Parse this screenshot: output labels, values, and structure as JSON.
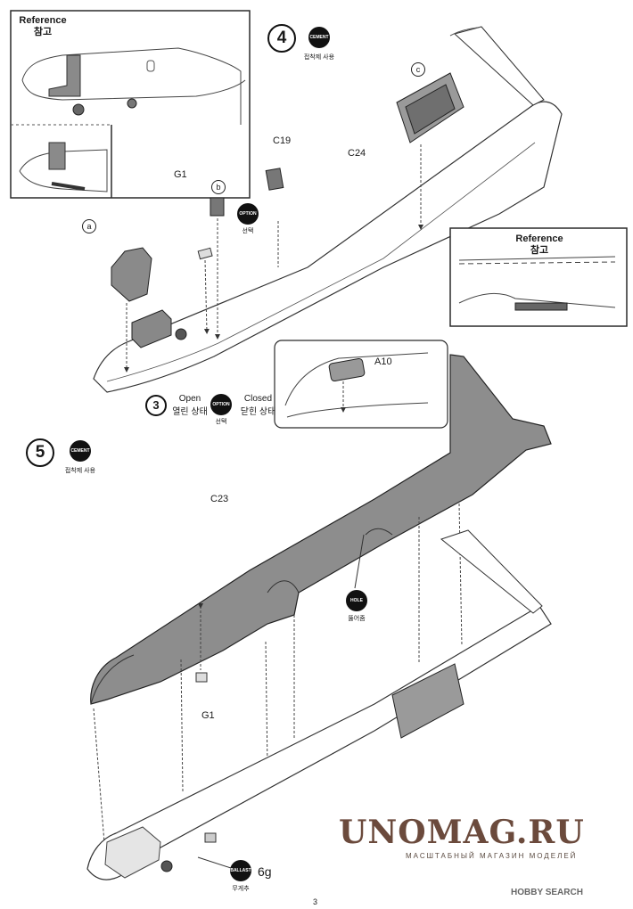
{
  "steps": {
    "step3": "3",
    "step4": "4",
    "step5": "5"
  },
  "badges": {
    "cement": "CEMENT",
    "cement_sub": "접착제 사용",
    "option": "OPTION",
    "option_sub": "선택",
    "hole": "HOLE",
    "hole_sub": "뚫어줌",
    "ballast": "BALLAST",
    "ballast_sub": "무게추"
  },
  "reference": {
    "title_en": "Reference",
    "title_ko": "참고"
  },
  "parts": {
    "G1": "G1",
    "C19": "C19",
    "C24": "C24",
    "C23": "C23",
    "A10": "A10"
  },
  "callouts": {
    "a": "a",
    "b": "b",
    "c": "c"
  },
  "door_state": {
    "open_en": "Open",
    "open_ko": "열린 상태",
    "closed_en": "Closed",
    "closed_ko": "닫힌 상태"
  },
  "ballast_weight": "6g",
  "watermark": {
    "main": "UNOMAG.RU",
    "sub": "МАСШТАБНЫЙ МАГАЗИН МОДЕЛЕЙ",
    "corner": "HOBBY SEARCH"
  },
  "page_number": "3"
}
